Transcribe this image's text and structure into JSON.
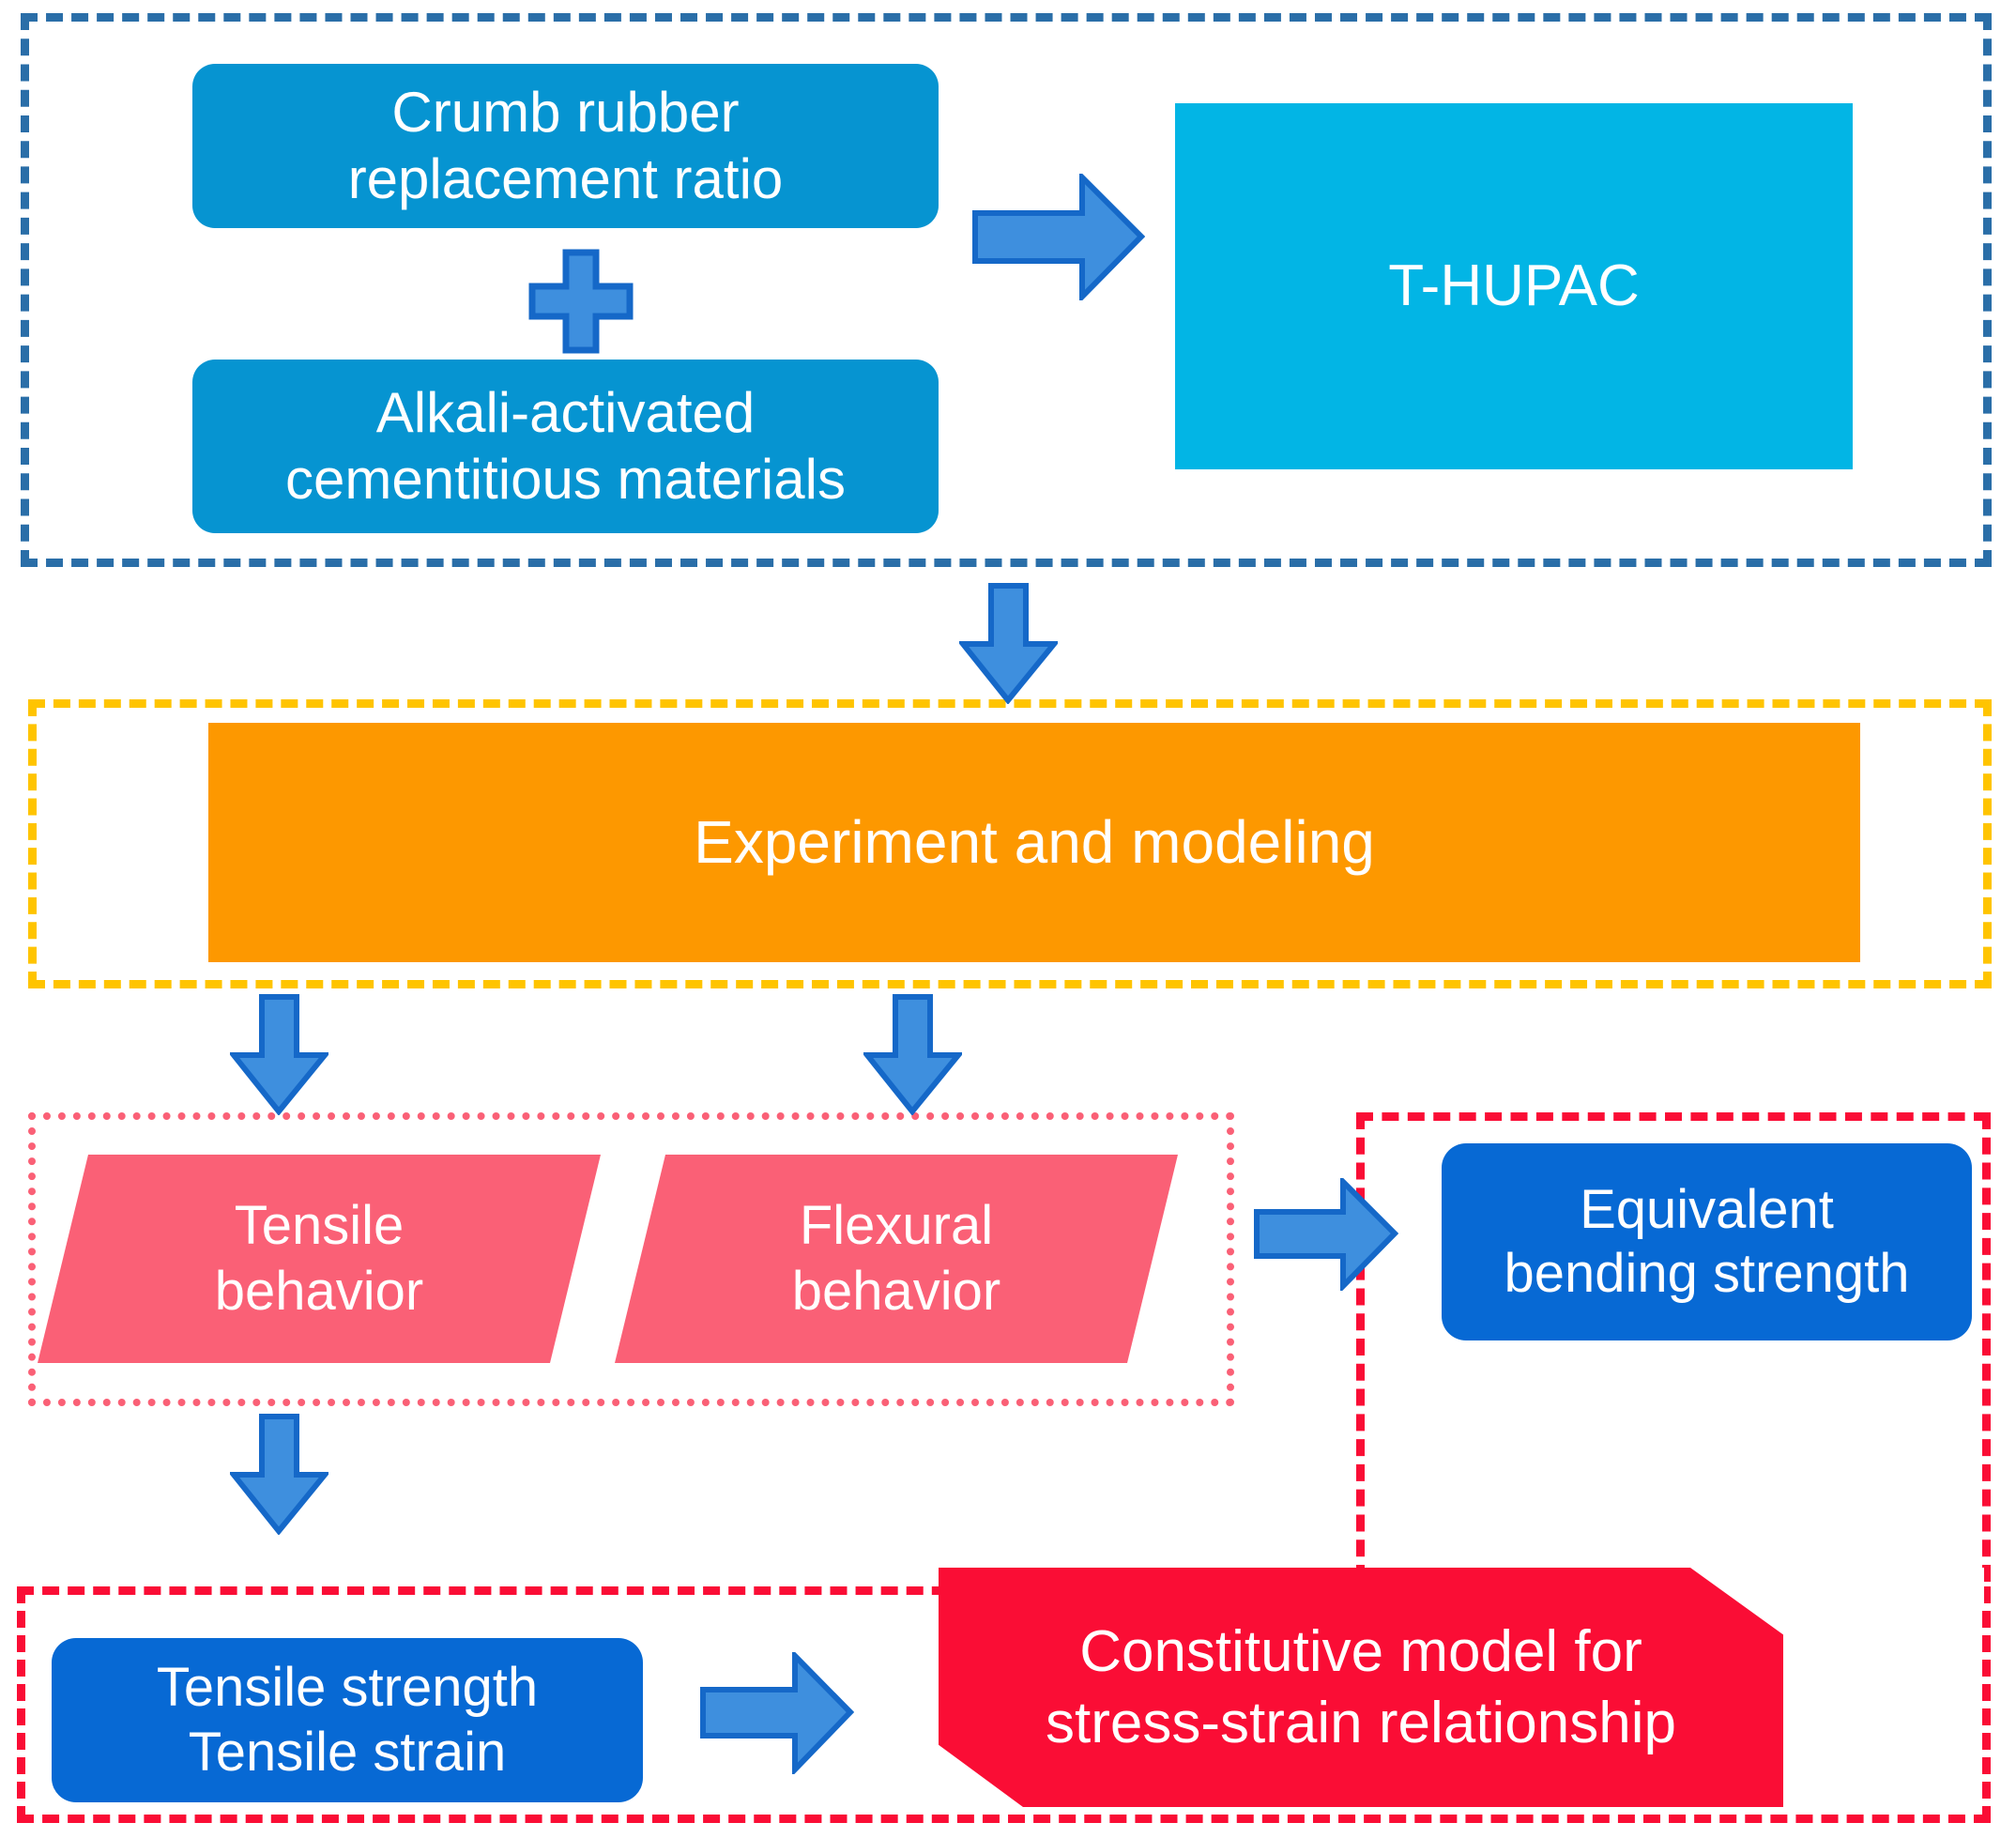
{
  "diagram": {
    "title": "T-HUPAC research framework flowchart",
    "colors": {
      "navy_dashed": "#2A6EA8",
      "amber_dashed": "#FFC400",
      "pink_dotted": "#FA6076",
      "red_dashed": "#FA0D35",
      "blue_box": "#0694D1",
      "cyan_box": "#02B5E5",
      "orange_box": "#FD9800",
      "dark_blue_box": "#0769D4",
      "pink_shape": "#FA6076",
      "red_shape": "#FA0D35",
      "arrow_fill": "#3E8FDE",
      "arrow_stroke": "#1568C8"
    },
    "groups": {
      "materials_group": "Materials group (navy dashed)",
      "experiment_group": "Experiment group (amber dashed)",
      "behavior_group": "Behavior group (pink dotted)",
      "outcome_group": "Outcome group (red dashed)"
    },
    "nodes": {
      "crumb_rubber": "Crumb rubber\nreplacement ratio",
      "alkali_activated": "Alkali-activated\ncementitious materials",
      "thupac": "T-HUPAC",
      "experiment_modeling": "Experiment and modeling",
      "tensile_behavior": "Tensile\nbehavior",
      "flexural_behavior": "Flexural\nbehavior",
      "equivalent_bending": "Equivalent\nbending strength",
      "tensile_strength": "Tensile strength\nTensile strain",
      "constitutive_model": "Constitutive model for\nstress-strain relationship"
    },
    "connectors": {
      "plus": "plus-sign",
      "to_thupac": "arrow-right",
      "to_experiment": "arrow-down",
      "to_tensile": "arrow-down",
      "to_flexural": "arrow-down",
      "to_equivalent": "arrow-right",
      "to_tensile_strength": "arrow-down",
      "to_constitutive": "arrow-right"
    }
  }
}
